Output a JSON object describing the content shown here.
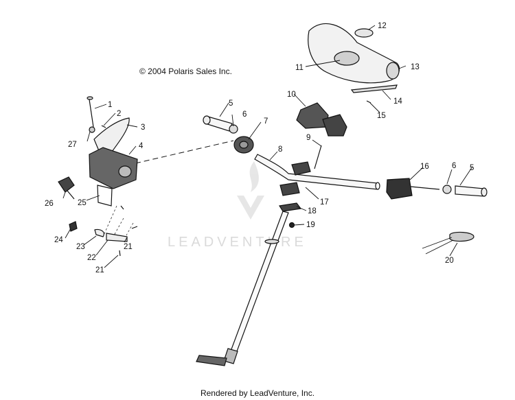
{
  "copyright": "© 2004 Polaris Sales Inc.",
  "footer": "Rendered by LeadVenture, Inc.",
  "watermark": "LEADVENTURE",
  "callouts": [
    "1",
    "2",
    "3",
    "27",
    "4",
    "26",
    "25",
    "24",
    "23",
    "21",
    "22",
    "21",
    "5",
    "6",
    "7",
    "8",
    "9",
    "10",
    "11",
    "12",
    "13",
    "14",
    "15",
    "16",
    "6",
    "5",
    "17",
    "18",
    "19",
    "20"
  ]
}
